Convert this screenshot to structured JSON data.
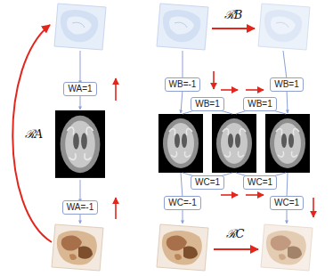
{
  "diagram": {
    "nodes": [
      {
        "text": [
          "WA=1"
        ]
      },
      {
        "text": [
          "WA=-1"
        ]
      },
      {
        "text": [
          "WB=-1"
        ]
      },
      {
        "text": [
          "WB=1"
        ]
      },
      {
        "text": [
          "WB=1"
        ]
      },
      {
        "text": [
          "WB=1"
        ]
      },
      {
        "text": [
          "WC=1"
        ]
      },
      {
        "text": [
          "WC=1"
        ]
      },
      {
        "text": [
          "WC=-1"
        ]
      },
      {
        "text": [
          "WC=1"
        ]
      }
    ],
    "labels": [
      "ℛA",
      "ℛB",
      "ℛC"
    ]
  }
}
